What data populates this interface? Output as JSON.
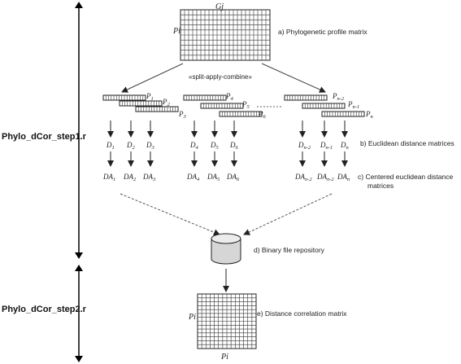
{
  "steps": {
    "step1": "Phylo_dCor_step1.r",
    "step2": "Phylo_dCor_step2.r"
  },
  "matrix_top": {
    "col_label": "Gj",
    "row_label": "Pi"
  },
  "labels": {
    "a": "a) Phylogenetic profile matrix",
    "b": "b) Euclidean distance matrices",
    "c_line1": "c) Centered euclidean distance",
    "c_line2": "matrices",
    "d": "d) Binary file repository",
    "e": "e) Distance correlation matrix"
  },
  "split_apply_combine": "«split-apply-combine»",
  "groups": [
    {
      "p": [
        "P1",
        "P2",
        "P3"
      ],
      "d": [
        "D1",
        "D2",
        "D3"
      ],
      "da": [
        "DA1",
        "DA2",
        "DA3"
      ]
    },
    {
      "p": [
        "P4",
        "P5",
        "P6"
      ],
      "d": [
        "D4",
        "D5",
        "D6"
      ],
      "da": [
        "DA4",
        "DA5",
        "DA6"
      ]
    },
    {
      "p": [
        "Pn-2",
        "Pn-1",
        "Pn"
      ],
      "d": [
        "Dn-2",
        "Dn-1",
        "Dn"
      ],
      "da": [
        "DAn-2",
        "DAn-2",
        "DAn"
      ]
    }
  ],
  "matrix_bottom": {
    "row_label": "Pi",
    "col_label": "Pi"
  }
}
